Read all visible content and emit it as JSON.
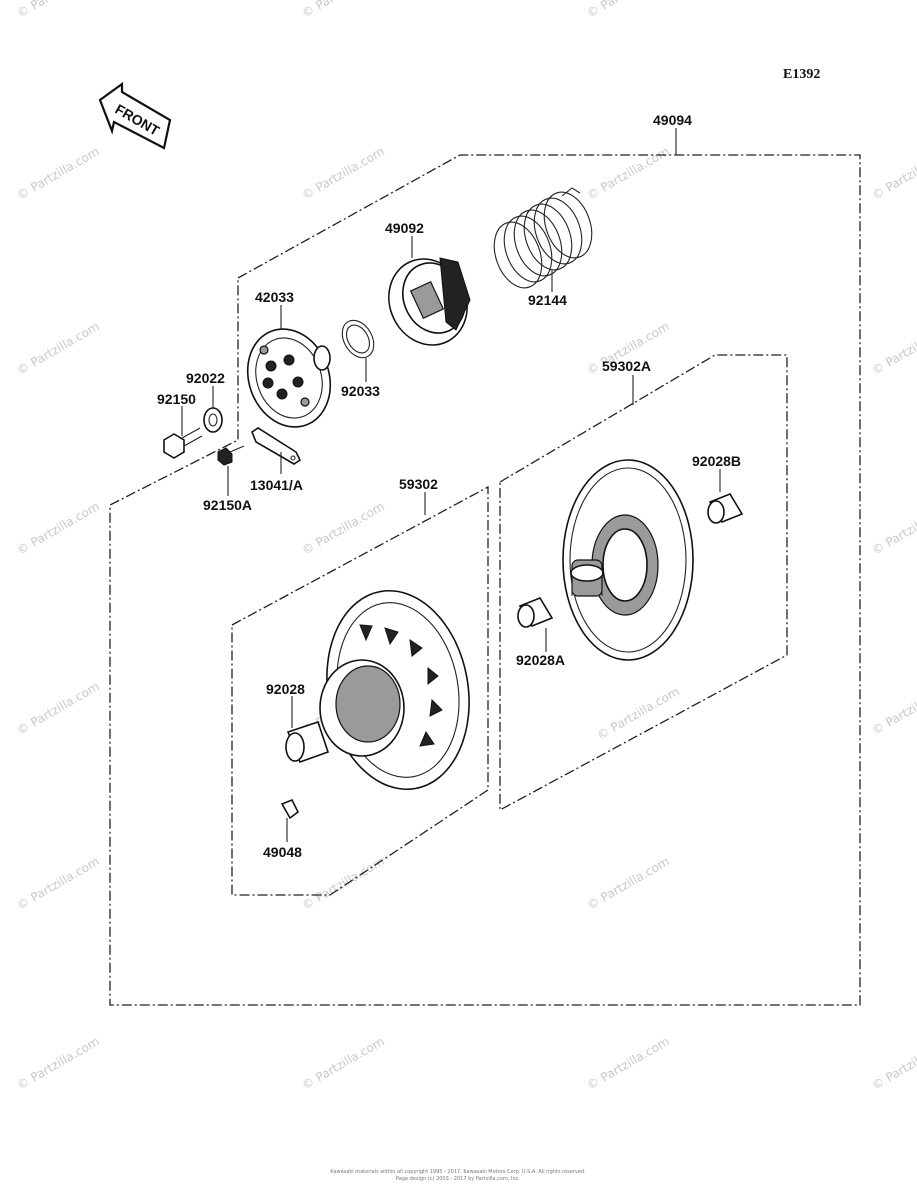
{
  "diagram_code": "E1392",
  "front_label": "FRONT",
  "watermark": "© Partzilla.com",
  "footer_lines": [
    "Kawasaki materials within all copyright 1995 - 2017, Kawasaki Motors Corp. U.S.A. All rights reserved.",
    "Page design (c) 2003 - 2017 by Partzilla.com, Inc."
  ],
  "parts": {
    "p49094": "49094",
    "p49092": "49092",
    "p92144": "92144",
    "p42033": "42033",
    "p92033": "92033",
    "p92022": "92022",
    "p92150": "92150",
    "p13041": "13041/A",
    "p92150A": "92150A",
    "p59302A": "59302A",
    "p92028B": "92028B",
    "p92028A": "92028A",
    "p59302": "59302",
    "p92028": "92028",
    "p49048": "49048"
  }
}
